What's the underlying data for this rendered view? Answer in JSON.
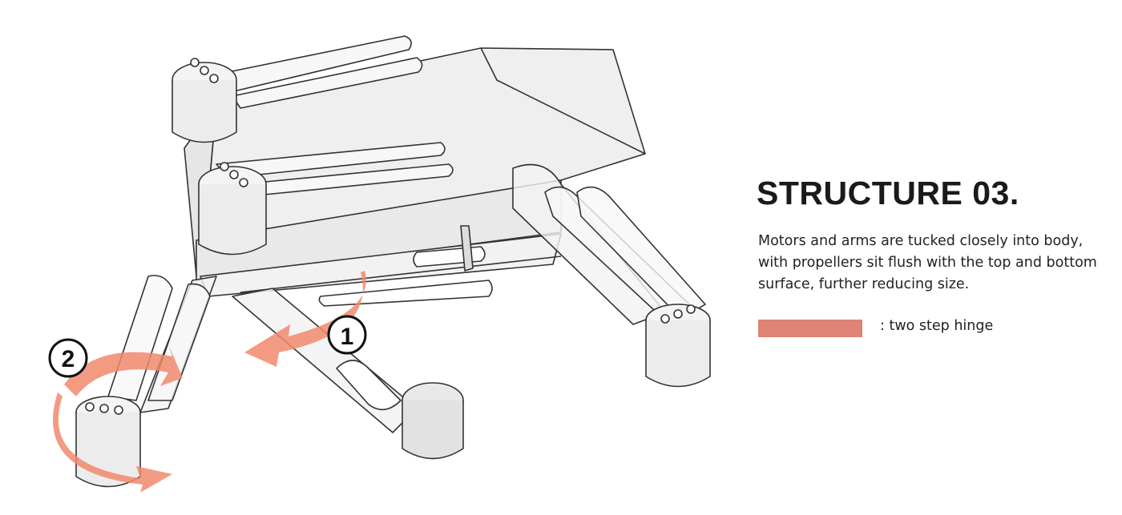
{
  "title": "STRUCTURE 03.",
  "description": [
    "Motors and arms are tucked closely into body,",
    "with propellers sit flush with the top and bottom",
    "surface, further reducing size."
  ],
  "legend": {
    "label": ":  two step hinge",
    "color": "#de8474"
  },
  "steps": {
    "one": "1",
    "two": "2"
  },
  "colors": {
    "arrow": "#f08a6c",
    "line": "#333333",
    "body": "#eeeeee"
  }
}
